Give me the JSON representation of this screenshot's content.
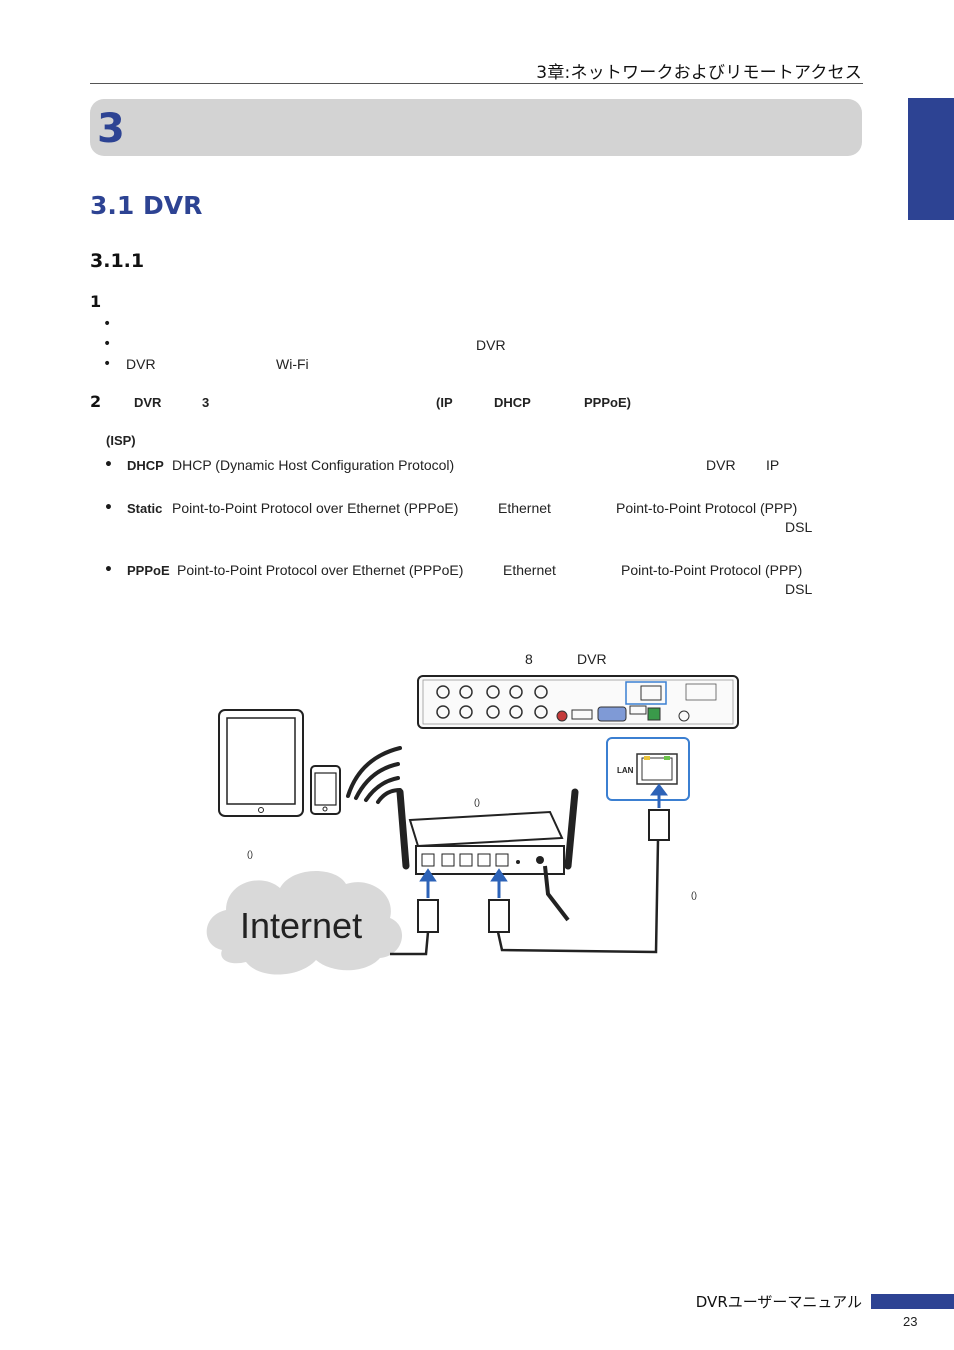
{
  "header": {
    "chapter_title": "3章:ネットワークおよびリモートアクセス"
  },
  "chapter": {
    "number": "3"
  },
  "section": {
    "title": "3.1 DVR"
  },
  "subsection": {
    "title": "3.1.1"
  },
  "step1": {
    "number": "1",
    "bullets": [
      {
        "a": "",
        "b": "",
        "c": ""
      },
      {
        "a": "",
        "b": "DVR",
        "c": ""
      },
      {
        "a": "DVR",
        "b": "Wi-Fi",
        "c": ""
      }
    ]
  },
  "step2": {
    "number": "2",
    "parts": [
      "DVR",
      "3",
      "(IP",
      "DHCP",
      "PPPoE)"
    ],
    "isp": "(ISP)"
  },
  "network_types": [
    {
      "label": "DHCP",
      "text": "DHCP (Dynamic Host Configuration Protocol)",
      "t2": "DVR",
      "t3": "IP",
      "t4": ""
    },
    {
      "label": "Static",
      "text": "Point-to-Point Protocol over Ethernet (PPPoE)",
      "t2": "Ethernet",
      "t3": "Point-to-Point Protocol (PPP)",
      "t4": "DSL"
    },
    {
      "label": "PPPoE",
      "text": "Point-to-Point Protocol over Ethernet (PPPoE)",
      "t2": "Ethernet",
      "t3": "Point-to-Point Protocol (PPP)",
      "t4": "DSL"
    }
  ],
  "diagram": {
    "caption_a": "8",
    "caption_b": "DVR",
    "internet_label": "Internet",
    "lan_label": "LAN",
    "router_note": "()",
    "device_note": "()",
    "cable_note": "()",
    "colors": {
      "accent": "#2d4393",
      "lan_highlight": "#3b7fd1",
      "cloud": "#d9d9d9"
    }
  },
  "footer": {
    "manual_title": "DVRユーザーマニュアル",
    "page_number": "23"
  }
}
